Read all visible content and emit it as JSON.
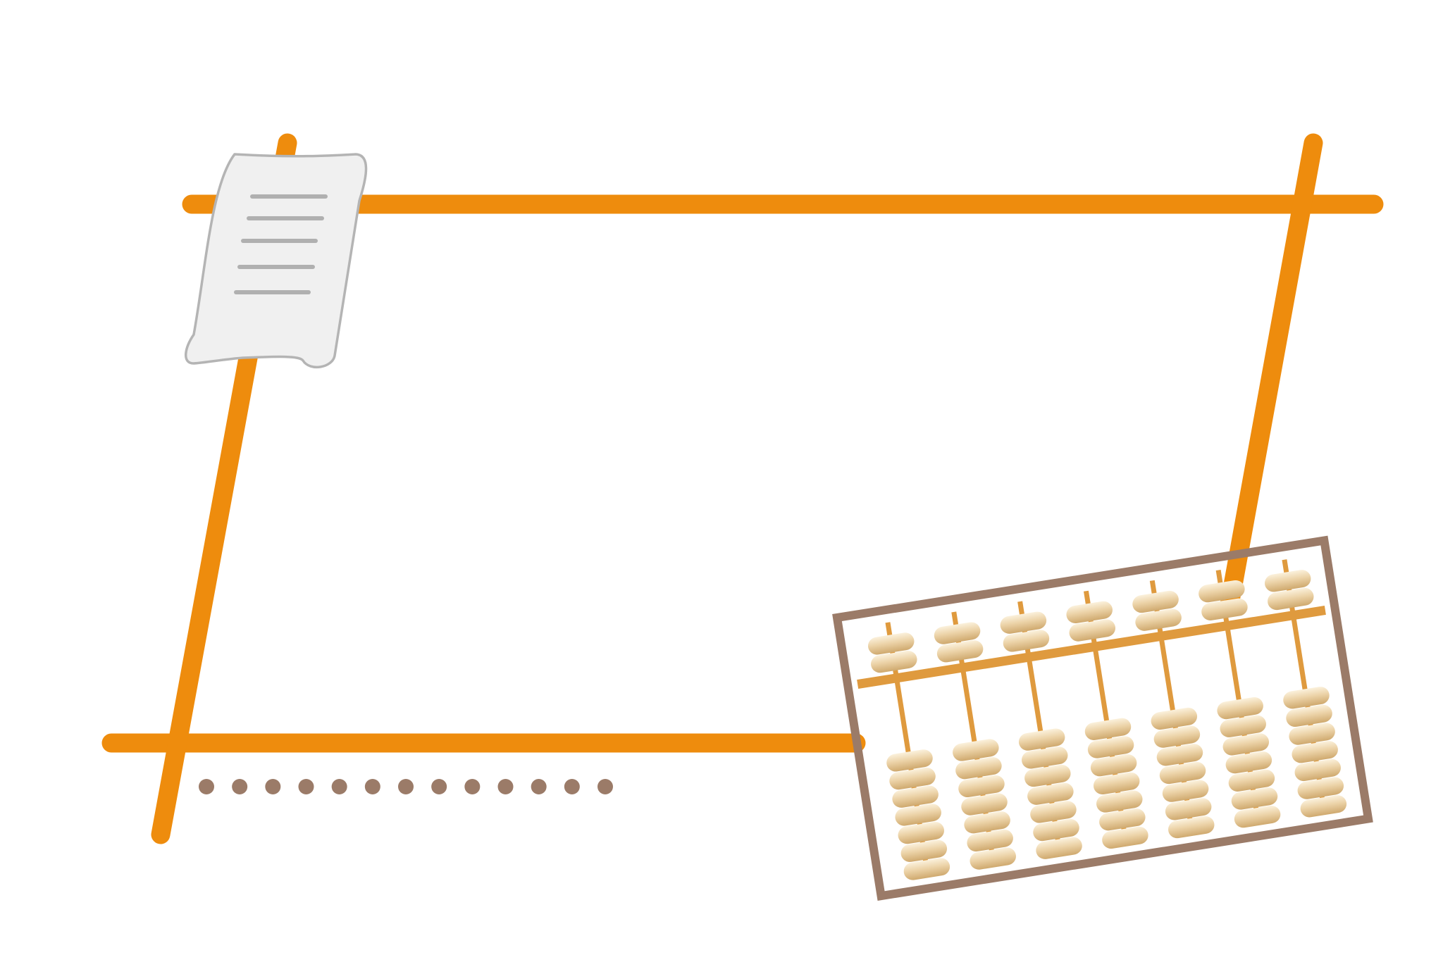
{
  "colors": {
    "background": "#ffffff",
    "frame": "#ee8c0d",
    "note_fill": "#f0f0f0",
    "note_stroke": "#b4b4b4",
    "note_lines": "#b0b0b0",
    "dots": "#9b7b68",
    "abacus_frame": "#9b7b68",
    "abacus_bar": "#df9a3e",
    "abacus_rod": "#df9a3e",
    "bead_light": "#fbf1dc",
    "bead_mid": "#ecd3a8",
    "bead_dark": "#cfa96e"
  },
  "icons": {
    "frame": "orange-stick-frame",
    "note": "paper-scroll-icon",
    "dots": "dotted-line",
    "abacus": "abacus-icon"
  },
  "note": {
    "line_count": 5
  },
  "dots": {
    "count": 13
  },
  "abacus": {
    "rod_count": 7,
    "upper_beads_per_rod": 2,
    "lower_beads_per_rod": [
      7,
      7,
      7,
      7,
      7,
      7,
      7
    ]
  }
}
